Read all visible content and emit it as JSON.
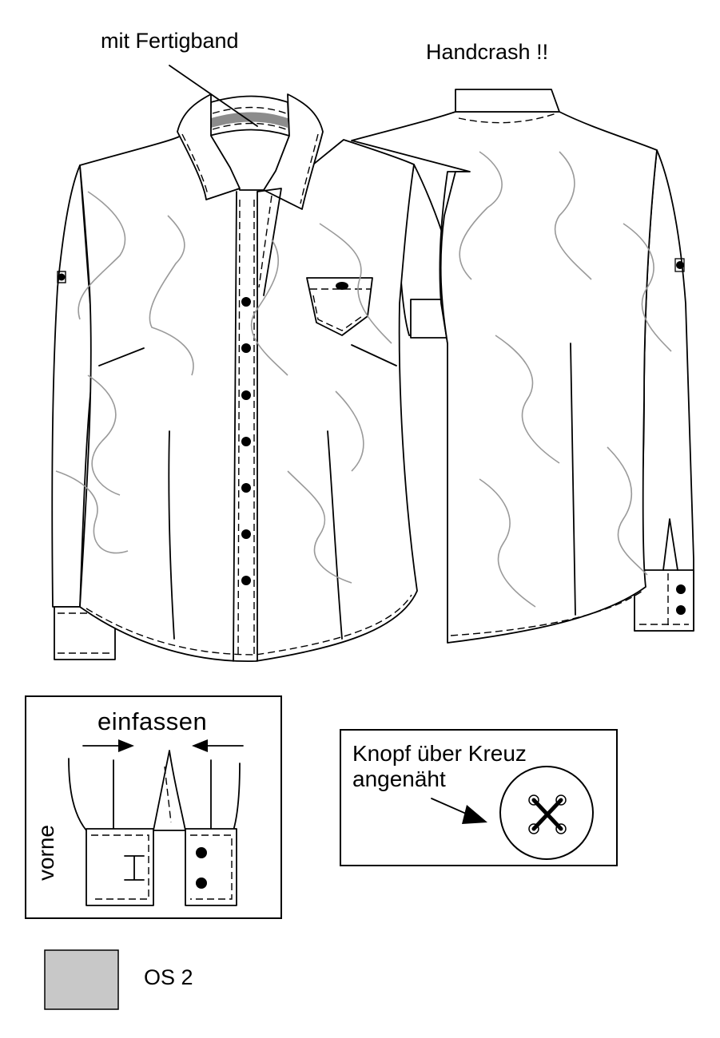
{
  "labels": {
    "fertigband": "mit Fertigband",
    "handcrash": "Handcrash !!",
    "einfassen": "einfassen",
    "vorne": "vorne",
    "knopf_line1": "Knopf über Kreuz",
    "knopf_line2": "angenäht",
    "legend_os2": "OS 2"
  },
  "colors": {
    "line": "#000000",
    "wash": "#9a9a9a",
    "fertigband": "#8c8c8c",
    "swatch": "#c8c8c8"
  },
  "icons": {
    "button": "filled-dot",
    "cross_stitch": "x-cross"
  }
}
